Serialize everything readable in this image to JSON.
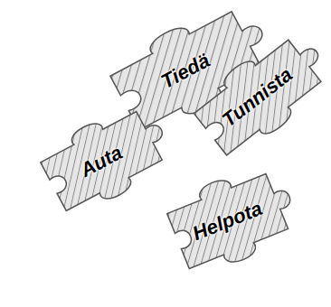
{
  "diagram": {
    "nodes": [
      {
        "text": [
          "Tiedä"
        ]
      },
      {
        "text": [
          "Tunnista"
        ]
      },
      {
        "text": [
          "Auta"
        ]
      },
      {
        "text": [
          "Helpota"
        ]
      }
    ]
  }
}
